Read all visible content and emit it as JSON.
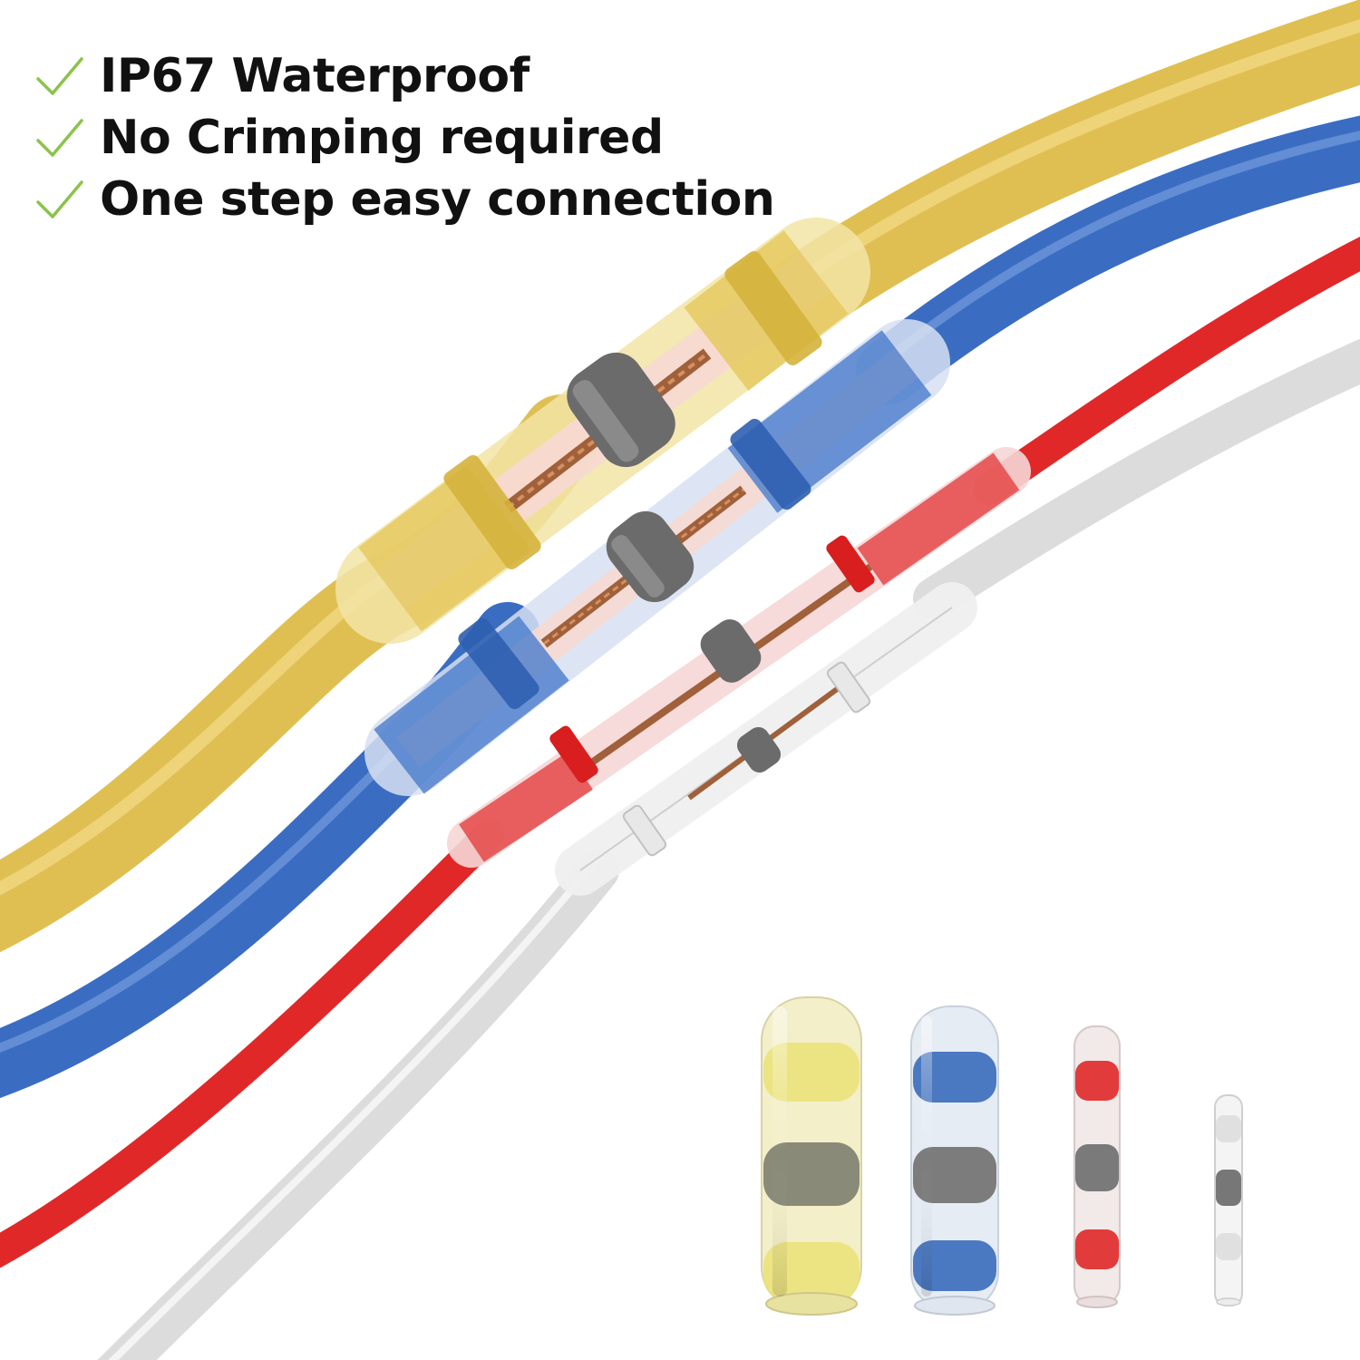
{
  "features": [
    {
      "label": "IP67 Waterproof",
      "icon": "checkmark-icon"
    },
    {
      "label": "No Crimping required",
      "icon": "checkmark-icon"
    },
    {
      "label": "One step easy connection",
      "icon": "checkmark-icon"
    }
  ],
  "colors": {
    "check": "#8bc34a",
    "text": "#111111",
    "yellow_wire": "#e7c75a",
    "blue_wire": "#3a6fc4",
    "red_wire": "#e23030",
    "white_wire": "#e2e2e2",
    "solder_band": "#6b6b6b",
    "copper": "#a0603a"
  },
  "wires": [
    {
      "name": "yellow-wire"
    },
    {
      "name": "blue-wire"
    },
    {
      "name": "red-wire"
    },
    {
      "name": "white-wire"
    }
  ],
  "connectors": [
    {
      "name": "yellow-connector"
    },
    {
      "name": "blue-connector"
    },
    {
      "name": "red-connector"
    },
    {
      "name": "clear-connector"
    }
  ]
}
